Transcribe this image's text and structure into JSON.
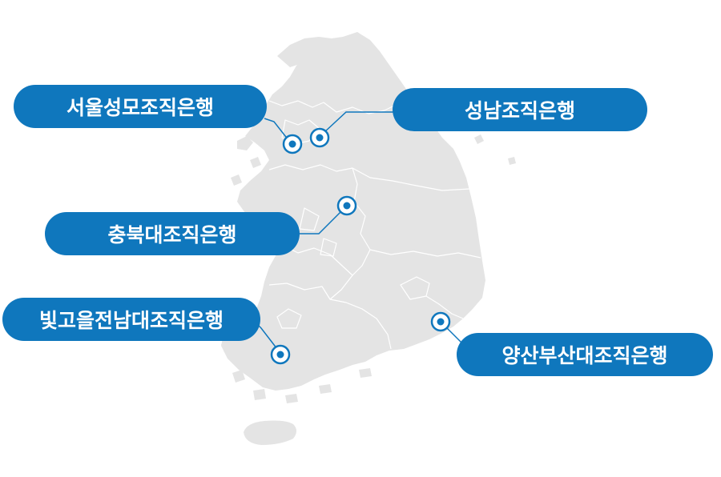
{
  "colors": {
    "land": "#e4e4e4",
    "border": "#ffffff",
    "label_bg": "#0f77bd",
    "label_text": "#ffffff",
    "marker": "#0f77bd"
  },
  "locations": [
    {
      "id": "seoul",
      "label": "서울성모조직은행",
      "icon": "location-pin-icon"
    },
    {
      "id": "seongnam",
      "label": "성남조직은행",
      "icon": "location-pin-icon"
    },
    {
      "id": "chungbuk",
      "label": "충북대조직은행",
      "icon": "location-pin-icon"
    },
    {
      "id": "jeonnam",
      "label": "빛고을전남대조직은행",
      "icon": "location-pin-icon"
    },
    {
      "id": "busan",
      "label": "양산부산대조직은행",
      "icon": "location-pin-icon"
    }
  ]
}
